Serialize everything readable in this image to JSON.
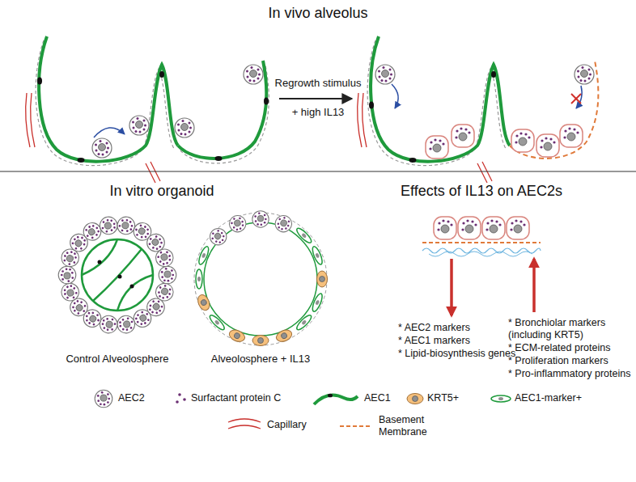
{
  "diagram": {
    "labels": [
      "In vivo alveolus",
      "Regrowth stimulus",
      "+ high IL13",
      "In vitro organoid",
      "Effects of IL13 on AEC2s",
      "Control Alveolosphere",
      "Alveolosphere + IL13",
      "* AEC2 markers",
      "* AEC1 markers",
      "* Lipid-biosynthesis genes",
      "* Bronchiolar markers (including KRT5)",
      "* ECM-related proteins",
      "* Proliferation markers",
      "* Pro-inflammatory proteins"
    ],
    "legend": [
      {
        "text": "AEC2"
      },
      {
        "text": "Surfactant protein C"
      },
      {
        "text": "AEC1"
      },
      {
        "text": "KRT5+"
      },
      {
        "text": "AEC1-marker+"
      },
      {
        "text": "Capillary"
      },
      {
        "text": "Basement Membrane"
      }
    ]
  }
}
